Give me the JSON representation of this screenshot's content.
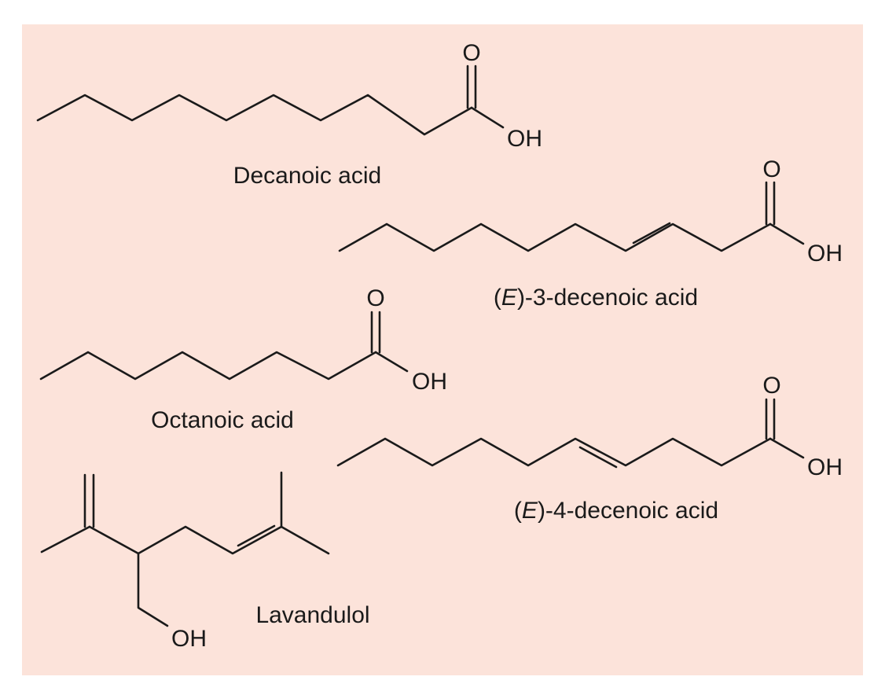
{
  "figure": {
    "background_color": "#fce3da",
    "ink_color": "#1a1a1a"
  },
  "compounds": [
    {
      "id": "decanoic",
      "name": "Decanoic acid",
      "atoms": {
        "carbonyl_o": "O",
        "hydroxyl": "OH"
      }
    },
    {
      "id": "e3",
      "name_prefix": "(",
      "name_italic": "E",
      "name_suffix": ")-3-decenoic acid",
      "atoms": {
        "carbonyl_o": "O",
        "hydroxyl": "OH"
      }
    },
    {
      "id": "octanoic",
      "name": "Octanoic acid",
      "atoms": {
        "carbonyl_o": "O",
        "hydroxyl": "OH"
      }
    },
    {
      "id": "e4",
      "name_prefix": "(",
      "name_italic": "E",
      "name_suffix": ")-4-decenoic acid",
      "atoms": {
        "carbonyl_o": "O",
        "hydroxyl": "OH"
      }
    },
    {
      "id": "lavandulol",
      "name": "Lavandulol",
      "atoms": {
        "hydroxyl": "OH"
      }
    }
  ]
}
